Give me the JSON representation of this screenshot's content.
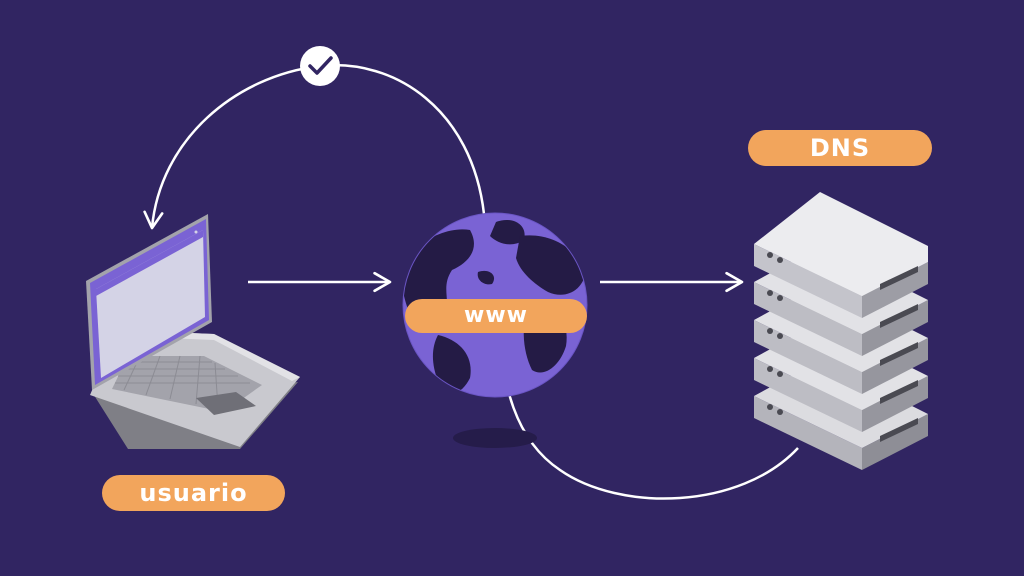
{
  "labels": {
    "user": "usuario",
    "dns": "DNS",
    "www": "www"
  },
  "icons": {
    "laptop": "laptop-icon",
    "globe": "globe-icon",
    "server": "server-stack-icon",
    "check": "check-icon"
  },
  "colors": {
    "background": "#312562",
    "accent": "#f2a55c",
    "globe": "#7a63d4",
    "land": "#241b45",
    "arrow": "#ffffff"
  }
}
